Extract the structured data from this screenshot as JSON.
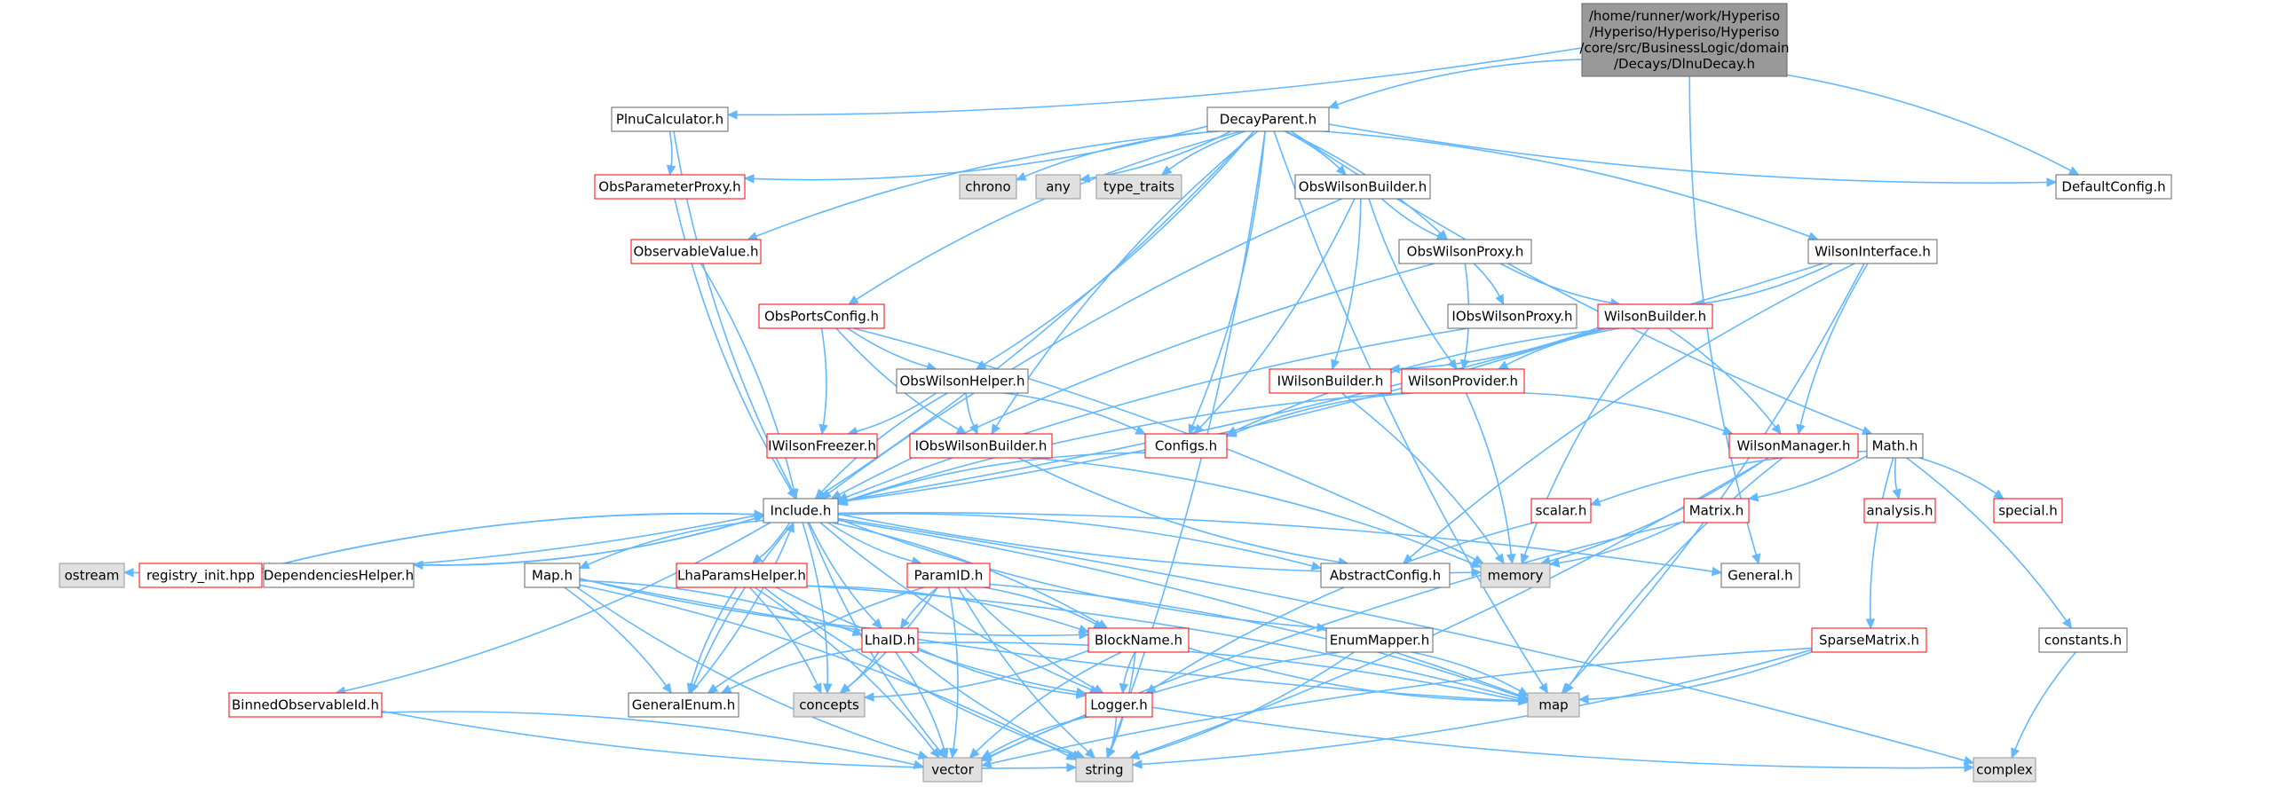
{
  "graph": {
    "title_lines": [
      "/home/runner/work/Hyperiso",
      "/Hyperiso/Hyperiso/Hyperiso",
      "/core/src/BusinessLogic/domain",
      "/Decays/DlnuDecay.h"
    ],
    "colors": {
      "edge": "#63b8ff",
      "root_fill": "#999999",
      "normal_stroke": "#666666",
      "red_stroke": "#ff0000",
      "system_fill": "#e0e0e0",
      "system_stroke": "#999999",
      "node_fill": "#ffffff"
    },
    "nodes": [
      {
        "id": "root",
        "label": "",
        "kind": "root"
      },
      {
        "id": "plnu",
        "label": "PlnuCalculator.h",
        "kind": "normal"
      },
      {
        "id": "decay",
        "label": "DecayParent.h",
        "kind": "normal"
      },
      {
        "id": "defcfg",
        "label": "DefaultConfig.h",
        "kind": "normal"
      },
      {
        "id": "obsparam",
        "label": "ObsParameterProxy.h",
        "kind": "red"
      },
      {
        "id": "chrono",
        "label": "chrono",
        "kind": "system"
      },
      {
        "id": "any",
        "label": "any",
        "kind": "system"
      },
      {
        "id": "typetraits",
        "label": "type_traits",
        "kind": "system"
      },
      {
        "id": "obswb",
        "label": "ObsWilsonBuilder.h",
        "kind": "normal"
      },
      {
        "id": "obsval",
        "label": "ObservableValue.h",
        "kind": "red"
      },
      {
        "id": "obswp",
        "label": "ObsWilsonProxy.h",
        "kind": "normal"
      },
      {
        "id": "wi",
        "label": "WilsonInterface.h",
        "kind": "normal"
      },
      {
        "id": "opc",
        "label": "ObsPortsConfig.h",
        "kind": "red"
      },
      {
        "id": "iowp",
        "label": "IObsWilsonProxy.h",
        "kind": "normal"
      },
      {
        "id": "wb",
        "label": "WilsonBuilder.h",
        "kind": "red"
      },
      {
        "id": "owh",
        "label": "ObsWilsonHelper.h",
        "kind": "normal"
      },
      {
        "id": "iwb",
        "label": "IWilsonBuilder.h",
        "kind": "red"
      },
      {
        "id": "wp",
        "label": "WilsonProvider.h",
        "kind": "red"
      },
      {
        "id": "iwf",
        "label": "IWilsonFreezer.h",
        "kind": "red"
      },
      {
        "id": "iowb",
        "label": "IObsWilsonBuilder.h",
        "kind": "red"
      },
      {
        "id": "configs",
        "label": "Configs.h",
        "kind": "red"
      },
      {
        "id": "wm",
        "label": "WilsonManager.h",
        "kind": "red"
      },
      {
        "id": "math",
        "label": "Math.h",
        "kind": "normal"
      },
      {
        "id": "include",
        "label": "Include.h",
        "kind": "normal"
      },
      {
        "id": "scalar",
        "label": "scalar.h",
        "kind": "red"
      },
      {
        "id": "matrix",
        "label": "Matrix.h",
        "kind": "red"
      },
      {
        "id": "analysis",
        "label": "analysis.h",
        "kind": "red"
      },
      {
        "id": "special",
        "label": "special.h",
        "kind": "red"
      },
      {
        "id": "ostream",
        "label": "ostream",
        "kind": "system"
      },
      {
        "id": "reginit",
        "label": "registry_init.hpp",
        "kind": "red"
      },
      {
        "id": "dephelper",
        "label": "DependenciesHelper.h",
        "kind": "normal"
      },
      {
        "id": "maph",
        "label": "Map.h",
        "kind": "normal"
      },
      {
        "id": "lha",
        "label": "LhaParamsHelper.h",
        "kind": "red"
      },
      {
        "id": "paramid",
        "label": "ParamID.h",
        "kind": "red"
      },
      {
        "id": "abscfg",
        "label": "AbstractConfig.h",
        "kind": "normal"
      },
      {
        "id": "memory",
        "label": "memory",
        "kind": "system"
      },
      {
        "id": "general",
        "label": "General.h",
        "kind": "normal"
      },
      {
        "id": "lhaid",
        "label": "LhaID.h",
        "kind": "red"
      },
      {
        "id": "blockname",
        "label": "BlockName.h",
        "kind": "red"
      },
      {
        "id": "enummap",
        "label": "EnumMapper.h",
        "kind": "normal"
      },
      {
        "id": "sparse",
        "label": "SparseMatrix.h",
        "kind": "red"
      },
      {
        "id": "constants",
        "label": "constants.h",
        "kind": "normal"
      },
      {
        "id": "binned",
        "label": "BinnedObservableId.h",
        "kind": "red"
      },
      {
        "id": "genenum",
        "label": "GeneralEnum.h",
        "kind": "normal"
      },
      {
        "id": "concepts",
        "label": "concepts",
        "kind": "system"
      },
      {
        "id": "logger",
        "label": "Logger.h",
        "kind": "red"
      },
      {
        "id": "map",
        "label": "map",
        "kind": "system"
      },
      {
        "id": "vector",
        "label": "vector",
        "kind": "system"
      },
      {
        "id": "string",
        "label": "string",
        "kind": "system"
      },
      {
        "id": "complex",
        "label": "complex",
        "kind": "system"
      }
    ],
    "edges": [
      [
        "root",
        "plnu"
      ],
      [
        "root",
        "decay"
      ],
      [
        "root",
        "defcfg"
      ],
      [
        "root",
        "general"
      ],
      [
        "plnu",
        "obsparam"
      ],
      [
        "plnu",
        "include"
      ],
      [
        "decay",
        "obsparam"
      ],
      [
        "decay",
        "chrono"
      ],
      [
        "decay",
        "any"
      ],
      [
        "decay",
        "typetraits"
      ],
      [
        "decay",
        "obswb"
      ],
      [
        "decay",
        "obsval"
      ],
      [
        "decay",
        "obswp"
      ],
      [
        "decay",
        "defcfg"
      ],
      [
        "decay",
        "wi"
      ],
      [
        "decay",
        "opc"
      ],
      [
        "decay",
        "owh"
      ],
      [
        "decay",
        "iowb"
      ],
      [
        "decay",
        "configs"
      ],
      [
        "decay",
        "math"
      ],
      [
        "decay",
        "include"
      ],
      [
        "decay",
        "map"
      ],
      [
        "decay",
        "string"
      ],
      [
        "obsparam",
        "include"
      ],
      [
        "obsval",
        "include"
      ],
      [
        "obswb",
        "obswp"
      ],
      [
        "obswb",
        "iwb"
      ],
      [
        "obswb",
        "wp"
      ],
      [
        "obswb",
        "configs"
      ],
      [
        "obswb",
        "include"
      ],
      [
        "obswp",
        "iowp"
      ],
      [
        "obswp",
        "wb"
      ],
      [
        "obswp",
        "wp"
      ],
      [
        "obswp",
        "include"
      ],
      [
        "wi",
        "wb"
      ],
      [
        "wi",
        "wm"
      ],
      [
        "wi",
        "include"
      ],
      [
        "wi",
        "abscfg"
      ],
      [
        "wi",
        "map"
      ],
      [
        "opc",
        "owh"
      ],
      [
        "opc",
        "iwf"
      ],
      [
        "opc",
        "iowb"
      ],
      [
        "opc",
        "memory"
      ],
      [
        "iowp",
        "include"
      ],
      [
        "wb",
        "iwb"
      ],
      [
        "wb",
        "wp"
      ],
      [
        "wb",
        "wm"
      ],
      [
        "wb",
        "configs"
      ],
      [
        "wb",
        "include"
      ],
      [
        "wb",
        "memory"
      ],
      [
        "owh",
        "iwf"
      ],
      [
        "owh",
        "iowb"
      ],
      [
        "owh",
        "configs"
      ],
      [
        "owh",
        "include"
      ],
      [
        "iwb",
        "memory"
      ],
      [
        "wp",
        "configs"
      ],
      [
        "wp",
        "wm"
      ],
      [
        "wp",
        "include"
      ],
      [
        "wp",
        "memory"
      ],
      [
        "iowb",
        "abscfg"
      ],
      [
        "iowb",
        "memory"
      ],
      [
        "configs",
        "include"
      ],
      [
        "wm",
        "memory"
      ],
      [
        "wm",
        "map"
      ],
      [
        "wm",
        "string"
      ],
      [
        "math",
        "scalar"
      ],
      [
        "math",
        "matrix"
      ],
      [
        "math",
        "analysis"
      ],
      [
        "math",
        "special"
      ],
      [
        "math",
        "sparse"
      ],
      [
        "math",
        "constants"
      ],
      [
        "scalar",
        "logger"
      ],
      [
        "matrix",
        "memory"
      ],
      [
        "matrix",
        "vector"
      ],
      [
        "include",
        "ostream"
      ],
      [
        "include",
        "reginit"
      ],
      [
        "include",
        "dephelper"
      ],
      [
        "include",
        "maph"
      ],
      [
        "include",
        "lha"
      ],
      [
        "include",
        "paramid"
      ],
      [
        "include",
        "abscfg"
      ],
      [
        "include",
        "memory"
      ],
      [
        "include",
        "general"
      ],
      [
        "include",
        "lhaid"
      ],
      [
        "include",
        "blockname"
      ],
      [
        "include",
        "enummap"
      ],
      [
        "include",
        "binned"
      ],
      [
        "include",
        "genenum"
      ],
      [
        "include",
        "concepts"
      ],
      [
        "include",
        "logger"
      ],
      [
        "include",
        "map"
      ],
      [
        "include",
        "vector"
      ],
      [
        "include",
        "complex"
      ],
      [
        "dephelper",
        "include"
      ],
      [
        "reginit",
        "include"
      ],
      [
        "genenum",
        "include"
      ],
      [
        "maph",
        "lhaid"
      ],
      [
        "maph",
        "blockname"
      ],
      [
        "maph",
        "genenum"
      ],
      [
        "maph",
        "vector"
      ],
      [
        "maph",
        "string"
      ],
      [
        "maph",
        "map"
      ],
      [
        "lha",
        "blockname"
      ],
      [
        "lha",
        "genenum"
      ],
      [
        "lha",
        "concepts"
      ],
      [
        "lha",
        "logger"
      ],
      [
        "lha",
        "vector"
      ],
      [
        "lha",
        "string"
      ],
      [
        "lha",
        "map"
      ],
      [
        "paramid",
        "lhaid"
      ],
      [
        "paramid",
        "blockname"
      ],
      [
        "paramid",
        "logger"
      ],
      [
        "paramid",
        "concepts"
      ],
      [
        "paramid",
        "genenum"
      ],
      [
        "paramid",
        "vector"
      ],
      [
        "paramid",
        "string"
      ],
      [
        "paramid",
        "map"
      ],
      [
        "lhaid",
        "genenum"
      ],
      [
        "lhaid",
        "concepts"
      ],
      [
        "lhaid",
        "logger"
      ],
      [
        "lhaid",
        "vector"
      ],
      [
        "lhaid",
        "string"
      ],
      [
        "lhaid",
        "map"
      ],
      [
        "blockname",
        "logger"
      ],
      [
        "blockname",
        "concepts"
      ],
      [
        "blockname",
        "vector"
      ],
      [
        "blockname",
        "string"
      ],
      [
        "blockname",
        "map"
      ],
      [
        "enummap",
        "map"
      ],
      [
        "enummap",
        "vector"
      ],
      [
        "enummap",
        "string"
      ],
      [
        "logger",
        "vector"
      ],
      [
        "logger",
        "string"
      ],
      [
        "logger",
        "complex"
      ],
      [
        "sparse",
        "map"
      ],
      [
        "sparse",
        "vector"
      ],
      [
        "sparse",
        "string"
      ],
      [
        "constants",
        "complex"
      ],
      [
        "binned",
        "vector"
      ],
      [
        "binned",
        "string"
      ]
    ]
  }
}
